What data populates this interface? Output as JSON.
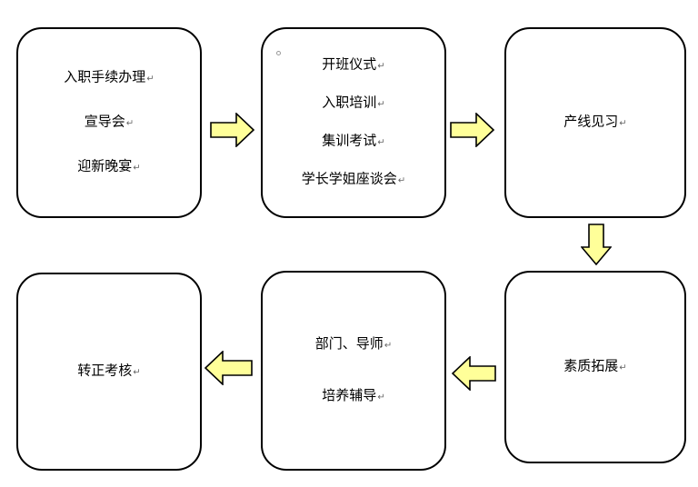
{
  "steps": [
    {
      "lines": [
        "入职手续办理",
        "宣导会",
        "迎新晚宴"
      ]
    },
    {
      "lines": [
        "开班仪式",
        "入职培训",
        "集训考试",
        "学长学姐座谈会"
      ]
    },
    {
      "lines": [
        "产线见习"
      ]
    },
    {
      "lines": [
        "素质拓展"
      ]
    },
    {
      "lines": [
        "部门、导师",
        "培养辅导"
      ]
    },
    {
      "lines": [
        "转正考核"
      ]
    }
  ],
  "arrow_color": "#FFFF99",
  "return_mark": "↵"
}
